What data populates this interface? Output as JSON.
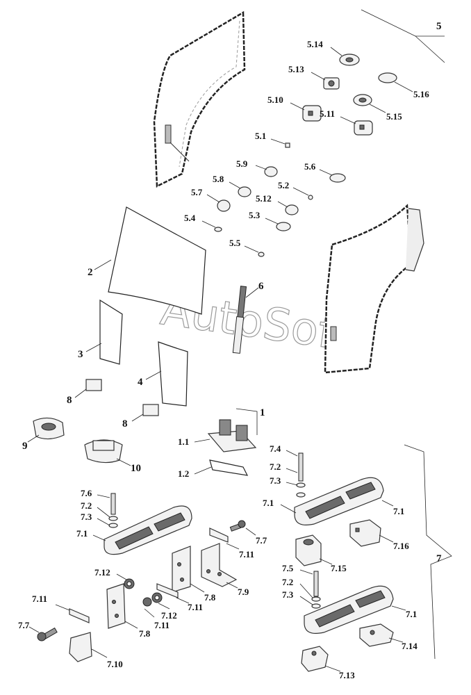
{
  "watermark": "AutoSoft",
  "labels": {
    "g5": "5",
    "p514": "5.14",
    "p513": "5.13",
    "p516": "5.16",
    "p510": "5.10",
    "p511": "5.11",
    "p515": "5.15",
    "p51": "5.1",
    "p59": "5.9",
    "p56": "5.6",
    "p58": "5.8",
    "p52": "5.2",
    "p57": "5.7",
    "p512": "5.12",
    "p54": "5.4",
    "p53": "5.3",
    "p55": "5.5",
    "p2": "2",
    "p6": "6",
    "p3": "3",
    "p4": "4",
    "p8a": "8",
    "p8b": "8",
    "p9": "9",
    "p10": "10",
    "g1": "1",
    "p11": "1.1",
    "p12": "1.2",
    "p74": "7.4",
    "p72a": "7.2",
    "p73a": "7.3",
    "p71a": "7.1",
    "p71b": "7.1",
    "p76": "7.6",
    "p72b": "7.2",
    "p73b": "7.3",
    "p71c": "7.1",
    "p77a": "7.7",
    "p711a": "7.11",
    "p716": "7.16",
    "g7": "7",
    "p715": "7.15",
    "p712a": "7.12",
    "p78a": "7.8",
    "p79": "7.9",
    "p711b": "7.11",
    "p75": "7.5",
    "p72c": "7.2",
    "p73c": "7.3",
    "p71d": "7.1",
    "p711c": "7.11",
    "p712b": "7.12",
    "p711d": "7.11",
    "p78b": "7.8",
    "p77b": "7.7",
    "p714": "7.14",
    "p710": "7.10",
    "p713": "7.13"
  }
}
